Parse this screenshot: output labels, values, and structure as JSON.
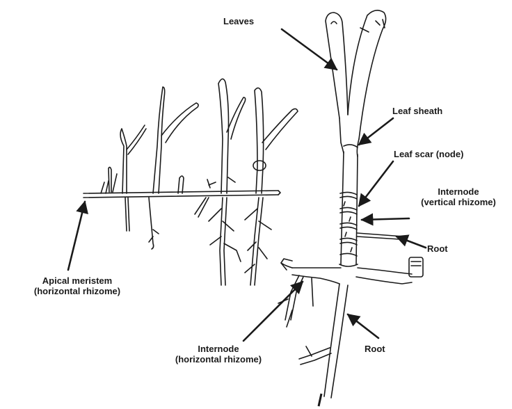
{
  "labels": {
    "leaves": "Leaves",
    "leaf_sheath": "Leaf sheath",
    "leaf_scar": "Leaf scar (node)",
    "internode_vertical_line1": "Internode",
    "internode_vertical_line2": "(vertical rhizome)",
    "root_upper": "Root",
    "apical_line1": "Apical meristem",
    "apical_line2": "(horizontal rhizome)",
    "internode_horizontal_line1": "Internode",
    "internode_horizontal_line2": "(horizontal rhizome)",
    "root_lower": "Root"
  },
  "colors": {
    "ink": "#1a1a1a",
    "background": "#ffffff"
  }
}
